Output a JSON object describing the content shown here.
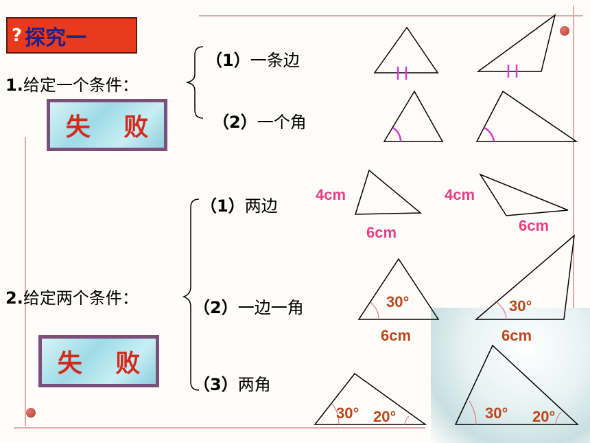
{
  "title": {
    "icon": "?",
    "text": "探究一"
  },
  "condition1": {
    "number": "1.",
    "text": "给定一个条件："
  },
  "condition2": {
    "number": "2.",
    "text": "给定两个条件："
  },
  "result1": "失 败",
  "result2": "失 败",
  "items1": [
    {
      "num": "（1）",
      "text": "一条边"
    },
    {
      "num": "（2）",
      "text": "一个角"
    }
  ],
  "items2": [
    {
      "num": "（1）",
      "text": "两边"
    },
    {
      "num": "（2）",
      "text": "一边一角"
    },
    {
      "num": "（3）",
      "text": "两角"
    }
  ],
  "measures": {
    "side_a": "4cm",
    "side_b": "6cm",
    "angle_30": "30°",
    "angle_20": "20°",
    "side_6": "6cm"
  },
  "colors": {
    "accent": "#ea3a1e",
    "pink": "#e83e86",
    "brown": "#b8471b",
    "frame": "#e2a9a4"
  }
}
